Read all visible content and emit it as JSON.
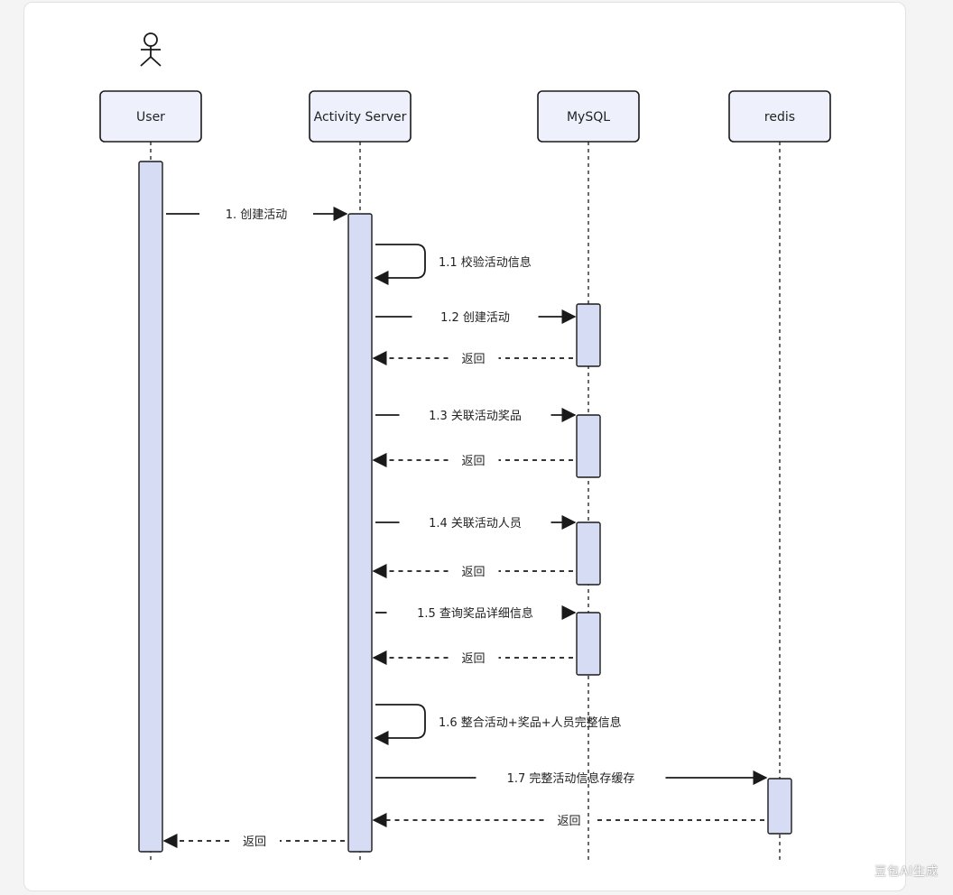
{
  "participants": [
    {
      "id": "user",
      "label": "User",
      "actor": true
    },
    {
      "id": "server",
      "label": "Activity Server"
    },
    {
      "id": "mysql",
      "label": "MySQL"
    },
    {
      "id": "redis",
      "label": "redis"
    }
  ],
  "messages": [
    {
      "id": "m1",
      "from": "user",
      "to": "server",
      "label": "1. 创建活动",
      "kind": "sync"
    },
    {
      "id": "m1_1",
      "from": "server",
      "to": "server",
      "label": "1.1 校验活动信息",
      "kind": "self"
    },
    {
      "id": "m1_2",
      "from": "server",
      "to": "mysql",
      "label": "1.2 创建活动",
      "kind": "sync"
    },
    {
      "id": "r1_2",
      "from": "mysql",
      "to": "server",
      "label": "返回",
      "kind": "return"
    },
    {
      "id": "m1_3",
      "from": "server",
      "to": "mysql",
      "label": "1.3 关联活动奖品",
      "kind": "sync"
    },
    {
      "id": "r1_3",
      "from": "mysql",
      "to": "server",
      "label": "返回",
      "kind": "return"
    },
    {
      "id": "m1_4",
      "from": "server",
      "to": "mysql",
      "label": "1.4 关联活动人员",
      "kind": "sync"
    },
    {
      "id": "r1_4",
      "from": "mysql",
      "to": "server",
      "label": "返回",
      "kind": "return"
    },
    {
      "id": "m1_5",
      "from": "server",
      "to": "mysql",
      "label": "1.5 查询奖品详细信息",
      "kind": "sync"
    },
    {
      "id": "r1_5",
      "from": "mysql",
      "to": "server",
      "label": "返回",
      "kind": "return"
    },
    {
      "id": "m1_6",
      "from": "server",
      "to": "server",
      "label": "1.6 整合活动+奖品+人员完整信息",
      "kind": "self"
    },
    {
      "id": "m1_7",
      "from": "server",
      "to": "redis",
      "label": "1.7 完整活动信息存缓存",
      "kind": "sync"
    },
    {
      "id": "r1_7",
      "from": "redis",
      "to": "server",
      "label": "返回",
      "kind": "return"
    },
    {
      "id": "r1",
      "from": "server",
      "to": "user",
      "label": "返回",
      "kind": "return"
    }
  ],
  "colors": {
    "header_fill": "#eef1fb",
    "activation_fill": "#d6dcf3",
    "stroke": "#1a1a1a"
  },
  "watermark": "豆包AI生成"
}
